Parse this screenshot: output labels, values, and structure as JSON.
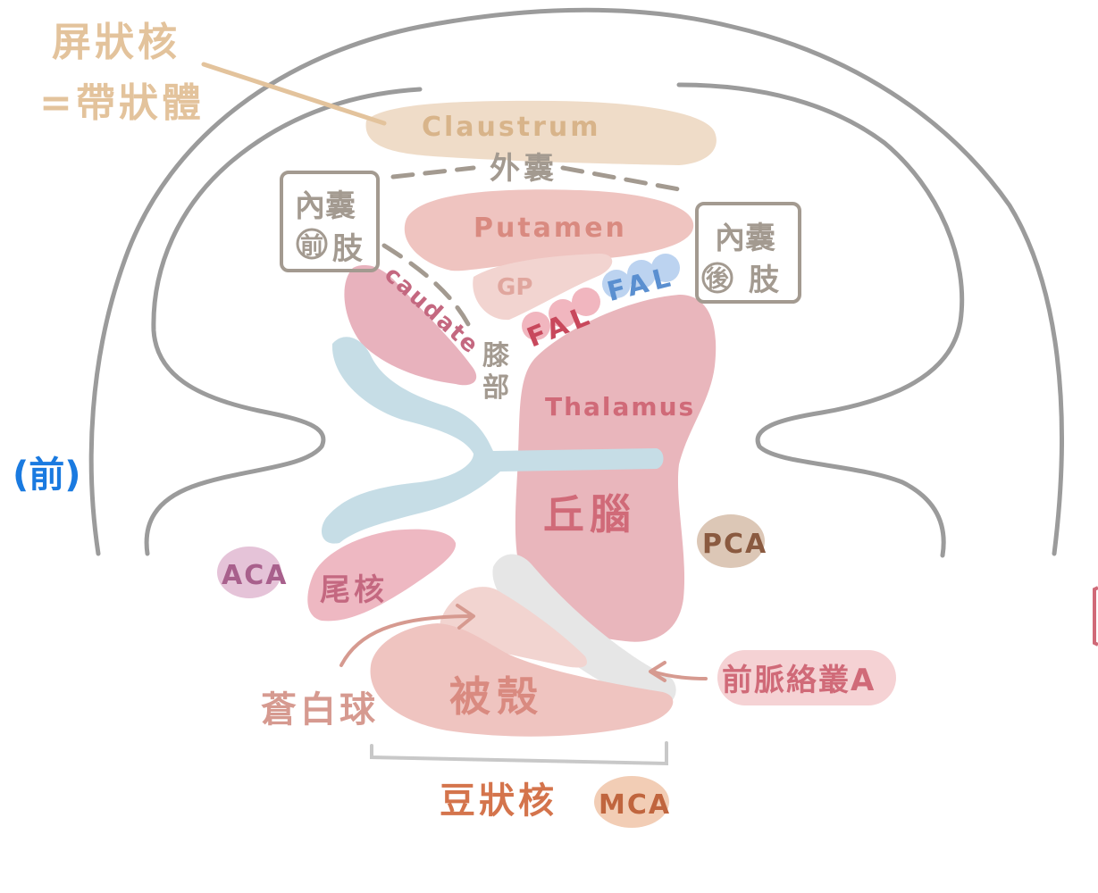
{
  "diagram": {
    "claustrum_note_line1": "屏狀核",
    "claustrum_note_line2": "=帶狀體",
    "claustrum": "Claustrum",
    "external_capsule": "外囊",
    "internal_capsule_anterior": "內囊 前 肢",
    "internal_capsule_anterior_top": "內囊",
    "internal_capsule_anterior_circle": "前",
    "internal_capsule_anterior_bottom": "肢",
    "internal_capsule_posterior_top": "內囊",
    "internal_capsule_posterior_circle": "後",
    "internal_capsule_posterior_bottom": "肢",
    "putamen": "Putamen",
    "gp": "GP",
    "fal_red": "FAL",
    "fal_blue": "FAL",
    "caudate": "caudate",
    "genu_1": "膝",
    "genu_2": "部",
    "thalamus": "Thalamus",
    "thalamus_cn": "丘腦",
    "anterior": "(前)",
    "aca": "ACA",
    "caudate_cn": "尾核",
    "pca": "PCA",
    "globus_pallidus_cn": "蒼白球",
    "putamen_cn": "殼",
    "putamen_cn_prefix": "被",
    "anterior_choroidal_artery": "前脈絡叢A",
    "lentiform_nucleus": "豆狀核",
    "mca": "MCA"
  },
  "colors": {
    "outline": "#9b9b9b",
    "claustrum_fill": "#efdcc8",
    "claustrum_text": "#d8b48a",
    "capsule_text": "#a39a90",
    "putamen_fill": "#efc4c0",
    "putamen_text": "#d98a80",
    "gp_fill": "#f2d4d0",
    "caudate_fill": "#e8b2bd",
    "caudate_text": "#c46880",
    "thalamus_fill": "#e9b6bc",
    "thalamus_text": "#d06a78",
    "ventricle_fill": "#c6dde6",
    "fal_red": "#c8485c",
    "fal_blue": "#6f9fd6",
    "anterior_text": "#1a7ae0",
    "aca_fill": "#e5c3d8",
    "aca_text": "#a8608c",
    "pca_fill": "#dcc7b6",
    "pca_text": "#8a5a40",
    "mca_fill": "#f2cdb5",
    "mca_text": "#c0653e",
    "lentiform_text": "#d4744c"
  }
}
